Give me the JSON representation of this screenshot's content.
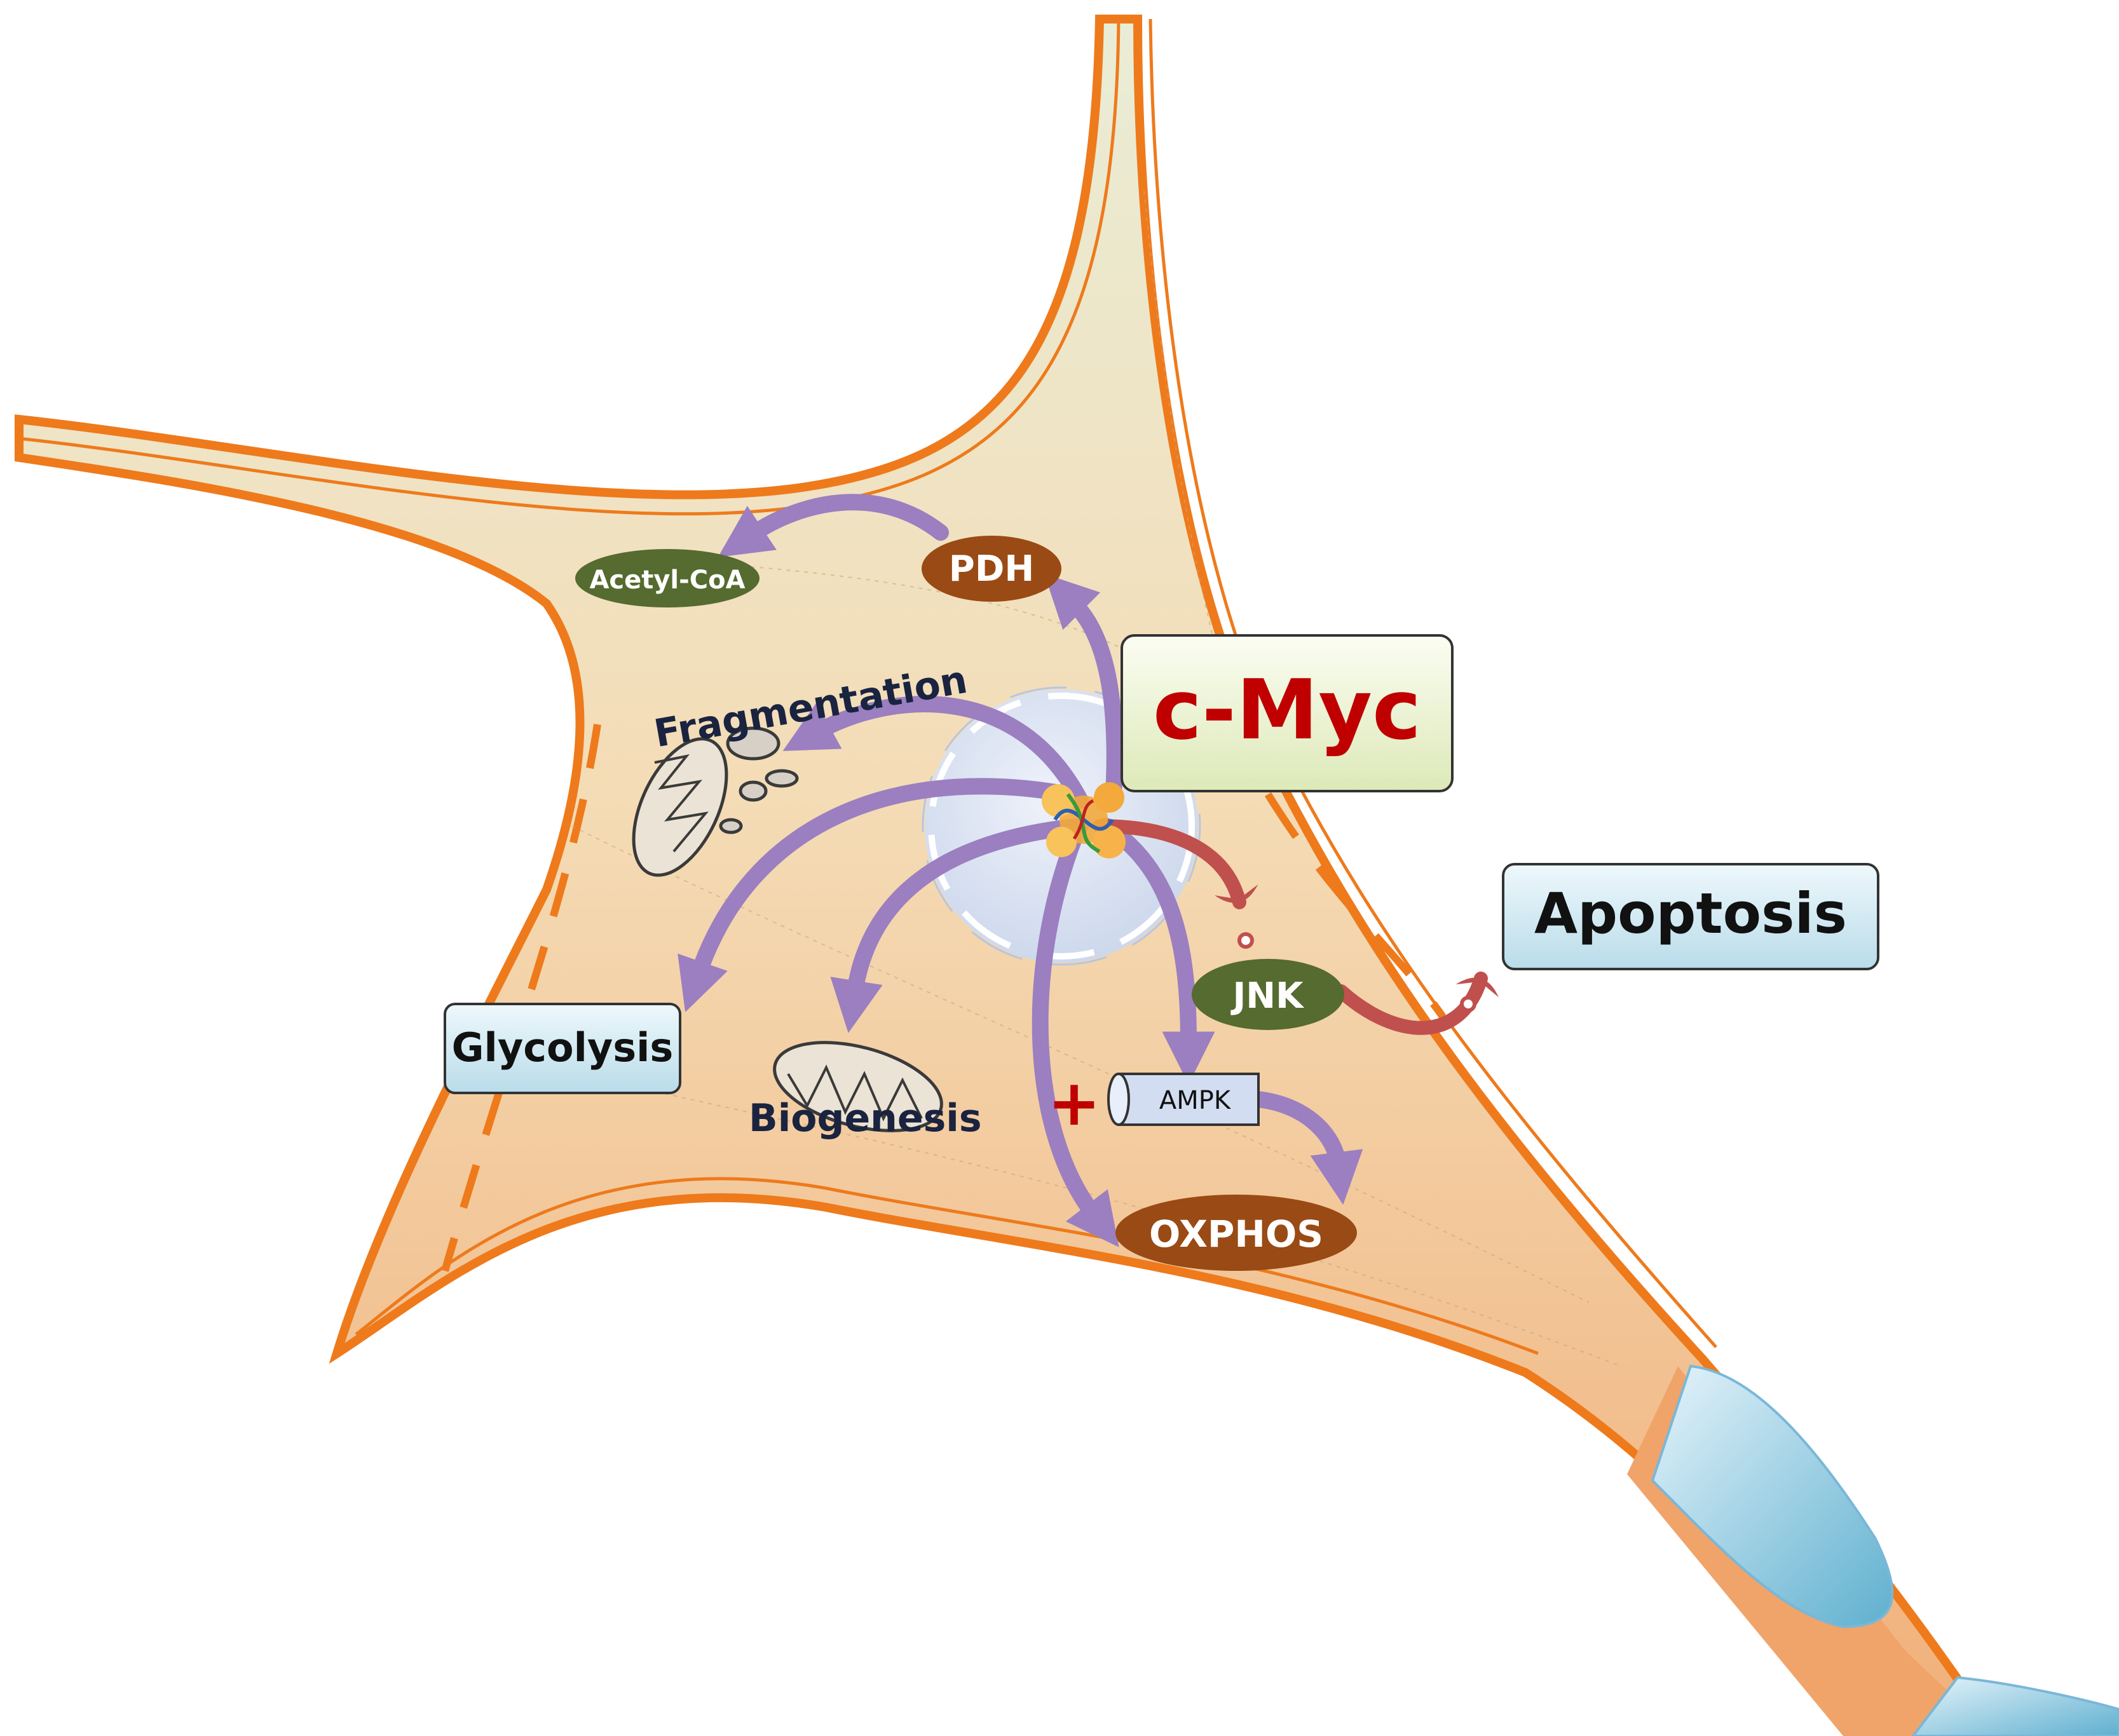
{
  "colors": {
    "membrane": "#ee7a1c",
    "cytoplasm_light": "#f3e6c8",
    "cytoplasm_dark": "#f2b27f",
    "nucleus": "#d6dff0",
    "activation_arrow": "#9b7fc0",
    "inhibition_arrow": "#c0504d",
    "oval_brown": "#9a4a14",
    "oval_green": "#556b2f",
    "box_blue": "#cfe8f3",
    "cmyc_box": "#eaf2cf",
    "cmyc_text": "#c00000",
    "axon_sheath": "#bfe0f0",
    "plus_sign": "#c00000"
  },
  "nodes": {
    "cmyc": "c-Myc",
    "pdh": "PDH",
    "acetyl_coa": "Acetyl-CoA",
    "jnk": "JNK",
    "apoptosis": "Apoptosis",
    "glycolysis": "Glycolysis",
    "ampk": "AMPK",
    "oxphos": "OXPHOS"
  },
  "labels": {
    "fragmentation": "Fragmentation",
    "biogenesis": "Biogenesis",
    "plus": "+"
  },
  "icons": {
    "fragmented_mitochondria": "mitochondria-fragments-icon",
    "intact_mitochondrion": "mitochondrion-icon",
    "myc_protein": "myc-protein-complex-icon"
  }
}
